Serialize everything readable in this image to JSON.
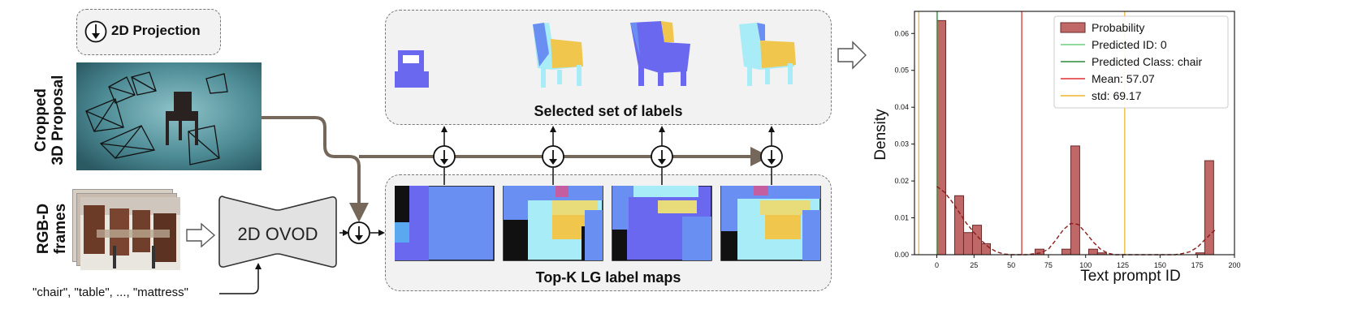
{
  "legend_box": {
    "label": "2D Projection"
  },
  "side_labels": {
    "proposal_line1": "Cropped",
    "proposal_line2": "3D Proposal",
    "frames_line1": "RGB-D",
    "frames_line2": "frames"
  },
  "ovod": {
    "label": "2D OVOD"
  },
  "prompts": {
    "text": "\"chair\", \"table\", ..., \"mattress\""
  },
  "selected_box": {
    "title": "Selected set of labels"
  },
  "topk_box": {
    "title": "Top-K LG label maps"
  },
  "colors": {
    "flow_arrow": "#75685a",
    "blue": "#6a8ff2",
    "cyan": "#a8ecf7",
    "violet": "#6a68ee",
    "yellow": "#f0c64d",
    "pink": "#c45ea0",
    "hist_bar": "#c06767"
  },
  "chart_data": {
    "type": "bar",
    "xlabel": "Text prompt ID",
    "ylabel": "Density",
    "xlim": [
      -15,
      200
    ],
    "ylim": [
      0,
      0.066
    ],
    "x_ticks": [
      0,
      25,
      50,
      75,
      100,
      125,
      150,
      175,
      200
    ],
    "y_ticks": [
      0.0,
      0.01,
      0.02,
      0.03,
      0.04,
      0.05,
      0.06
    ],
    "bin_width": 6,
    "bars": [
      {
        "x": 3,
        "value": 0.0635
      },
      {
        "x": 15,
        "value": 0.016
      },
      {
        "x": 21,
        "value": 0.006
      },
      {
        "x": 27,
        "value": 0.008
      },
      {
        "x": 33,
        "value": 0.003
      },
      {
        "x": 69,
        "value": 0.0015
      },
      {
        "x": 87,
        "value": 0.0015
      },
      {
        "x": 93,
        "value": 0.0295
      },
      {
        "x": 105,
        "value": 0.0015
      },
      {
        "x": 111,
        "value": 0.0005
      },
      {
        "x": 177,
        "value": 0.0005
      },
      {
        "x": 183,
        "value": 0.0255
      }
    ],
    "kde": [
      [
        0,
        0.0185
      ],
      [
        5,
        0.017
      ],
      [
        10,
        0.0145
      ],
      [
        15,
        0.0115
      ],
      [
        20,
        0.0085
      ],
      [
        25,
        0.006
      ],
      [
        30,
        0.0038
      ],
      [
        35,
        0.002
      ],
      [
        40,
        0.0008
      ],
      [
        45,
        0.0002
      ],
      [
        50,
        0.0
      ],
      [
        60,
        0.0
      ],
      [
        70,
        0.0005
      ],
      [
        75,
        0.0015
      ],
      [
        80,
        0.004
      ],
      [
        85,
        0.0068
      ],
      [
        90,
        0.0085
      ],
      [
        95,
        0.0082
      ],
      [
        100,
        0.006
      ],
      [
        105,
        0.0035
      ],
      [
        110,
        0.0015
      ],
      [
        115,
        0.0004
      ],
      [
        120,
        0.0
      ],
      [
        160,
        0.0
      ],
      [
        165,
        0.0003
      ],
      [
        170,
        0.0008
      ],
      [
        175,
        0.002
      ],
      [
        180,
        0.004
      ],
      [
        185,
        0.006
      ],
      [
        188,
        0.007
      ]
    ],
    "lines": {
      "predicted_id": {
        "x": 0,
        "color": "#6fcf7f"
      },
      "predicted_class": {
        "x": 0,
        "color": "#2e8b3a"
      },
      "mean": {
        "x": 57.07,
        "color": "#e03131"
      },
      "std": {
        "x": [
          -12.1,
          126.24
        ],
        "color": "#f2b430"
      }
    },
    "legend": {
      "placement": "top-right",
      "entries": [
        "Probability",
        "Predicted ID: 0",
        "Predicted Class: chair",
        "Mean: 57.07",
        "std: 69.17"
      ]
    }
  }
}
